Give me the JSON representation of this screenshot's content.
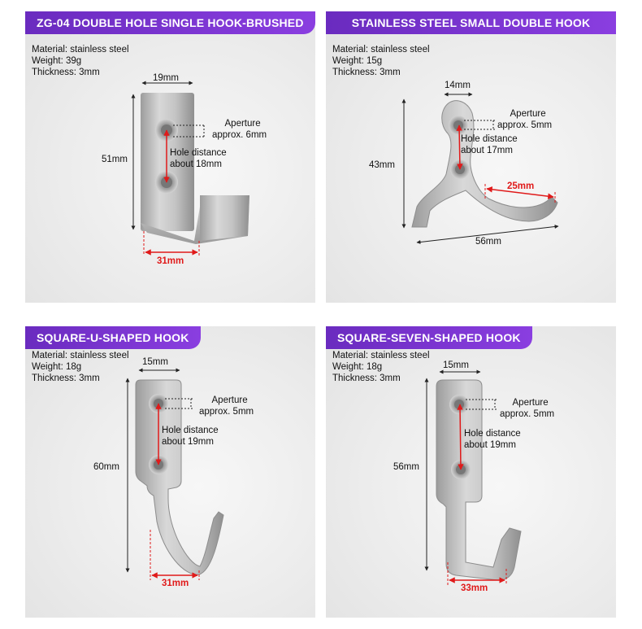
{
  "panels": [
    {
      "title": "ZG-04 DOUBLE HOLE SINGLE HOOK-BRUSHED",
      "material": "Material: stainless steel",
      "weight": "Weight: 39g",
      "thickness": "Thickness: 3mm",
      "width": "19mm",
      "height": "51mm",
      "aperture_1": "Aperture",
      "aperture_2": "approx. 6mm",
      "hole_1": "Hole distance",
      "hole_2": "about 18mm",
      "depth": "31mm"
    },
    {
      "title": "STAINLESS STEEL SMALL DOUBLE HOOK",
      "material": "Material: stainless steel",
      "weight": "Weight: 15g",
      "thickness": "Thickness: 3mm",
      "width": "14mm",
      "height": "43mm",
      "aperture_1": "Aperture",
      "aperture_2": "approx. 5mm",
      "hole_1": "Hole distance",
      "hole_2": "about 17mm",
      "depth": "25mm",
      "span": "56mm"
    },
    {
      "title": "SQUARE-U-SHAPED HOOK",
      "material": "Material: stainless steel",
      "weight": "Weight: 18g",
      "thickness": "Thickness: 3mm",
      "width": "15mm",
      "height": "60mm",
      "aperture_1": "Aperture",
      "aperture_2": "approx. 5mm",
      "hole_1": "Hole distance",
      "hole_2": "about 19mm",
      "depth": "31mm"
    },
    {
      "title": "SQUARE-SEVEN-SHAPED HOOK",
      "material": "Material: stainless steel",
      "weight": "Weight: 18g",
      "thickness": "Thickness: 3mm",
      "width": "15mm",
      "height": "56mm",
      "aperture_1": "Aperture",
      "aperture_2": "approx. 5mm",
      "hole_1": "Hole distance",
      "hole_2": "about 19mm",
      "depth": "33mm"
    }
  ],
  "colors": {
    "banner": "#7a35d0",
    "accent_red": "#e01a1a",
    "panel_bg": "#ececec",
    "steel": "#b9b9b9"
  }
}
